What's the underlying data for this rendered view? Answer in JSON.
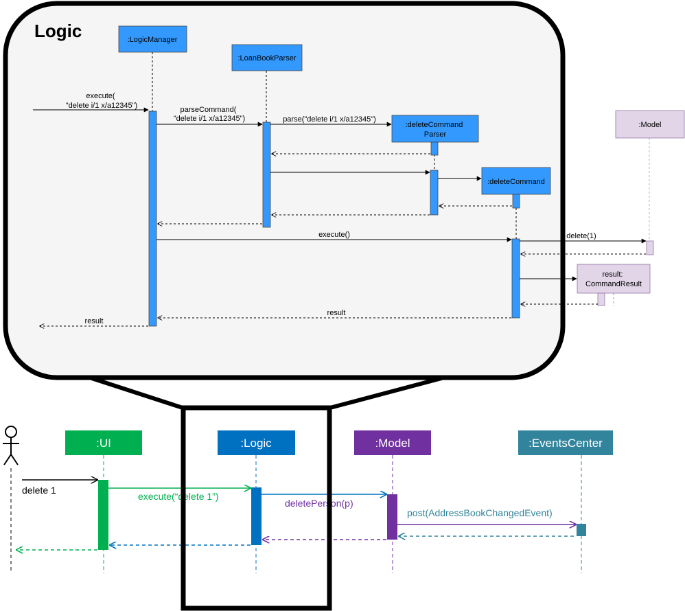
{
  "frame": {
    "title": "Logic"
  },
  "detail": {
    "lifelines": {
      "logic_manager": ":LogicManager",
      "parser": ":LoanBookParser",
      "delete_parser": [
        ":deleteCommand",
        "Parser"
      ],
      "delete_command": ":deleteCommand",
      "model": ":Model",
      "result": [
        "result:",
        "CommandResult"
      ]
    },
    "messages": {
      "execute_in": [
        "execute(",
        "\"delete i/1 x/a12345\")"
      ],
      "parse_command": [
        "parseCommand(",
        "\"delete i/1 x/a12345\")"
      ],
      "parse": "parse(\"delete i/1 x/a12345\")",
      "execute_call": "execute()",
      "delete_model": "delete(1)",
      "result_return": "result",
      "result_out": "result"
    }
  },
  "overview": {
    "lifelines": {
      "ui": ":UI",
      "logic": ":Logic",
      "model": ":Model",
      "events": ":EventsCenter"
    },
    "messages": {
      "user_input": "delete 1",
      "execute": "execute(“delete 1”)",
      "delete_person": "deletePerson(p)",
      "post": "post(AddressBookChangedEvent)"
    }
  },
  "colors": {
    "detail_box": "#3399ff",
    "detail_model": "#e1d5e7",
    "ui": "#00b050",
    "logic": "#0070c0",
    "model": "#7030a0",
    "events": "#31849b",
    "frame_fill": "#f5f5f5"
  }
}
